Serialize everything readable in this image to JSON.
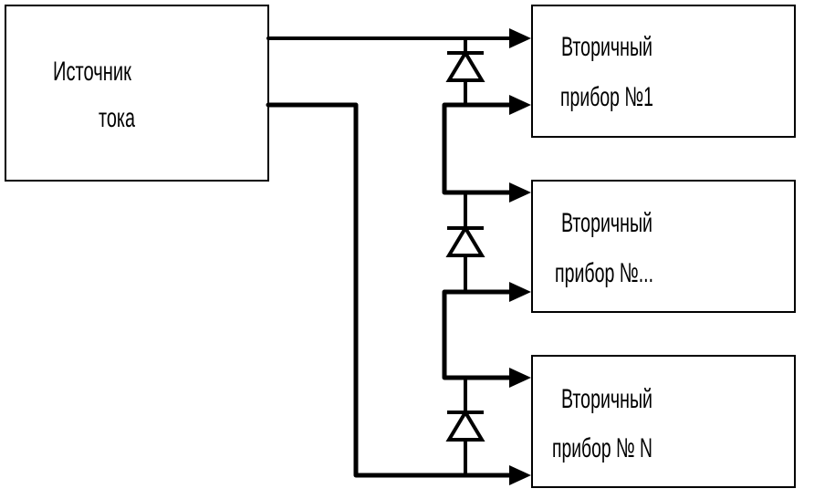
{
  "source": {
    "line1": "Источник",
    "line2": "тока"
  },
  "devices": [
    {
      "line1": "Вторичный",
      "line2": "прибор №1"
    },
    {
      "line1": "Вторичный",
      "line2": "прибор №..."
    },
    {
      "line1": "Вторичный",
      "line2": "прибор № N"
    }
  ],
  "colors": {
    "stroke": "#000000",
    "background": "#ffffff"
  },
  "symbols": [
    "diode-icon",
    "arrow-icon"
  ]
}
